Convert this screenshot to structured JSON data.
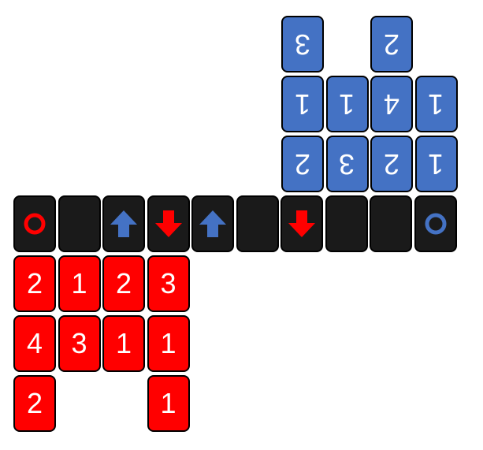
{
  "colors": {
    "red": "#ff0000",
    "blue": "#4472c4",
    "black": "#1a1a1a",
    "digit": "#ffffff"
  },
  "blue_player": {
    "orientation": "upside-down",
    "columns": [
      [
        "3",
        "1",
        "2"
      ],
      [
        "1",
        "3"
      ],
      [
        "2",
        "4",
        "2"
      ],
      [
        "1",
        "1"
      ]
    ]
  },
  "track": [
    {
      "content": "ring",
      "color": "red"
    },
    {
      "content": "empty"
    },
    {
      "content": "arrow-up",
      "color": "blue"
    },
    {
      "content": "arrow-down",
      "color": "red"
    },
    {
      "content": "arrow-up",
      "color": "blue"
    },
    {
      "content": "empty"
    },
    {
      "content": "arrow-down",
      "color": "red"
    },
    {
      "content": "empty"
    },
    {
      "content": "empty"
    },
    {
      "content": "ring",
      "color": "blue"
    }
  ],
  "red_player": {
    "orientation": "upright",
    "columns": [
      [
        "2",
        "4",
        "2"
      ],
      [
        "1",
        "3"
      ],
      [
        "2",
        "1"
      ],
      [
        "3",
        "1",
        "1"
      ]
    ]
  }
}
